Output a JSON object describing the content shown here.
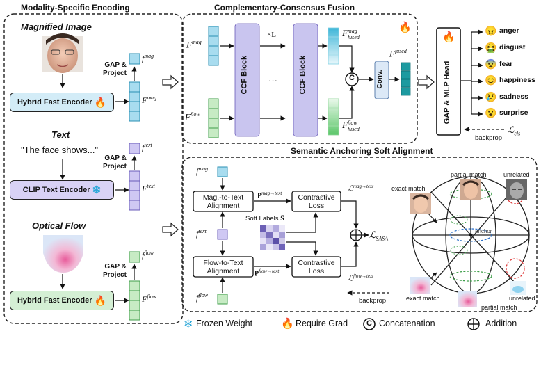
{
  "titles": {
    "modality": "Modality-Specific Encoding",
    "ccf": "Complementary-Consensus Fusion",
    "sasa": "Semantic Anchoring Soft Alignment"
  },
  "left": {
    "magnified_title": "Magnified Image",
    "text_title": "Text",
    "flow_title": "Optical Flow",
    "quote": "\"The face shows...\"",
    "enc_mag": "Hybrid Fast Encoder",
    "enc_text": "CLIP Text Encoder",
    "enc_flow": "Hybrid Fast Encoder",
    "gap1": "GAP &",
    "gap2": "Project",
    "f_mag": "f",
    "f_mag_sup": "mag",
    "F_mag": "F",
    "F_mag_sup": "mag",
    "f_text": "f",
    "f_text_sup": "text",
    "F_text": "F",
    "F_text_sup": "text",
    "f_flow": "f",
    "f_flow_sup": "flow",
    "F_flow": "F",
    "F_flow_sup": "flow"
  },
  "ccf": {
    "block1": "CCF Block",
    "block2": "CCF Block",
    "times": "×L",
    "dots": "···",
    "conv": "Conv.",
    "concat_symbol": "C",
    "F_mag_in": "F",
    "F_mag_in_sup": "mag",
    "F_flow_in": "F",
    "F_flow_in_sup": "flow",
    "F_fused_mag": "F",
    "F_fused_mag_sup": "mag",
    "F_fused_mag_sub": "fused",
    "F_fused_flow": "F",
    "F_fused_flow_sup": "flow",
    "F_fused_flow_sub": "fused",
    "F_fused": "F",
    "F_fused_sup": "fused"
  },
  "head": {
    "label": "GAP & MLP Head",
    "emotions": [
      "anger",
      "disgust",
      "fear",
      "happiness",
      "sadness",
      "surprise"
    ],
    "emoji": [
      "😠",
      "🤮",
      "😨",
      "😊",
      "😢",
      "😮"
    ],
    "emoji_colors": [
      "#f5b400",
      "#7cc242",
      "#f2a33a",
      "#f7c31f",
      "#f7c31f",
      "#f7c31f"
    ],
    "loss_cls": "ℒ",
    "loss_cls_sub": "cls",
    "backprop": "backprop."
  },
  "sasa": {
    "f_mag": "f",
    "f_mag_sup": "mag",
    "f_text": "f",
    "f_text_sup": "text",
    "f_flow": "f",
    "f_flow_sup": "flow",
    "mag_align_1": "Mag.-to-Text",
    "mag_align_2": "Alignment",
    "flow_align_1": "Flow-to-Text",
    "flow_align_2": "Alignment",
    "contrastive_1": "Contrastive",
    "contrastive_2": "Loss",
    "p_mag": "P",
    "p_mag_sup": "mag→text",
    "p_flow": "P",
    "p_flow_sup": "flow→text",
    "soft_labels": "Soft Labels",
    "soft_labels_sym": "S̃",
    "l_mag": "ℒ",
    "l_mag_sup": "mag→text",
    "l_flow": "ℒ",
    "l_flow_sup": "flow→text",
    "l_sasa": "ℒ",
    "l_sasa_sub": "SASA",
    "backprop": "backprop.",
    "exact_match_top": "exact match",
    "partial_match_top": "partial match",
    "unrelated_top": "unrelated",
    "anchor": "anchor",
    "exact_match_bottom": "exact match",
    "partial_match_bottom": "partial match",
    "unrelated_bottom": "unrelated"
  },
  "legend": {
    "frozen": "Frozen Weight",
    "grad": "Require Grad",
    "concat": "Concatenation",
    "add": "Addition"
  },
  "colors": {
    "blue_feat": "#a8dcef",
    "blue_feat_stroke": "#2a8fb3",
    "purple_feat": "#cfc8f3",
    "purple_feat_stroke": "#6a5bb8",
    "green_feat": "#c7ebc4",
    "green_feat_stroke": "#3f9e4a",
    "ccf_block": "#c9c5ef",
    "enc_mag_fill": "#d3ecf7",
    "enc_text_fill": "#d8d2f5",
    "enc_flow_fill": "#d4efd4",
    "teal_fused": "#1d9aa0",
    "conv_fill": "#dce9f7"
  }
}
